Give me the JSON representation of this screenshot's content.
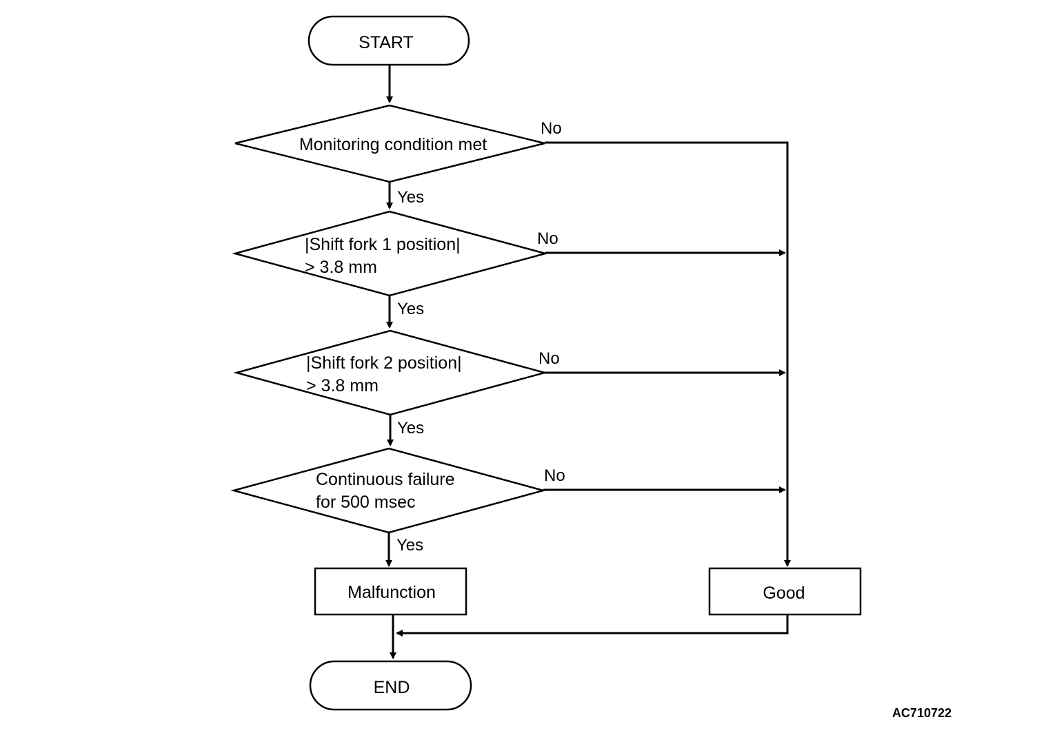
{
  "nodes": {
    "start": "START",
    "cond1": "Monitoring condition met",
    "cond2_line1": "|Shift fork 1 position|",
    "cond2_line2": "> 3.8 mm",
    "cond3_line1": "|Shift fork 2 position|",
    "cond3_line2": "> 3.8 mm",
    "cond4_line1": "Continuous failure",
    "cond4_line2": "for 500 msec",
    "malfunction": "Malfunction",
    "good": "Good",
    "end": "END"
  },
  "edge_labels": {
    "yes": "Yes",
    "no": "No"
  },
  "figure_code": "AC710722"
}
